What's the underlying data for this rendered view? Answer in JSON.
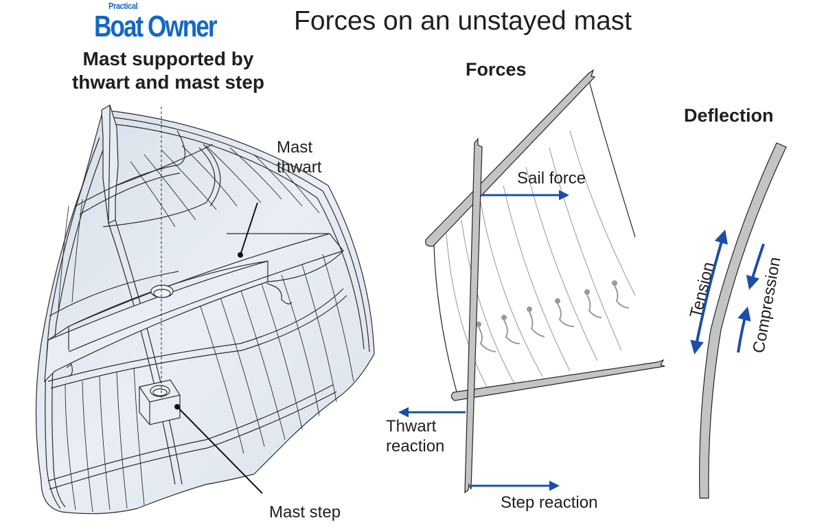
{
  "logo": {
    "small": "Practical",
    "big": "Boat Owner"
  },
  "title": "Forces on an unstayed mast",
  "left_panel": {
    "title_line1": "Mast supported by",
    "title_line2": "thwart and mast step",
    "labels": {
      "mast_thwart_line1": "Mast",
      "mast_thwart_line2": "thwart",
      "mast_step": "Mast step"
    }
  },
  "forces_panel": {
    "title": "Forces",
    "labels": {
      "sail_force": "Sail force",
      "thwart_reaction_line1": "Thwart",
      "thwart_reaction_line2": "reaction",
      "step_reaction": "Step reaction"
    }
  },
  "deflection_panel": {
    "title": "Deflection",
    "labels": {
      "tension": "Tension",
      "compression": "Compression"
    }
  },
  "colors": {
    "brand_blue": "#1468c4",
    "arrow_blue": "#1a4fa8",
    "spar_grey": "#c2c4c6",
    "hull_fill": "#dfe7ef",
    "line_dark": "#2a2a2a"
  }
}
